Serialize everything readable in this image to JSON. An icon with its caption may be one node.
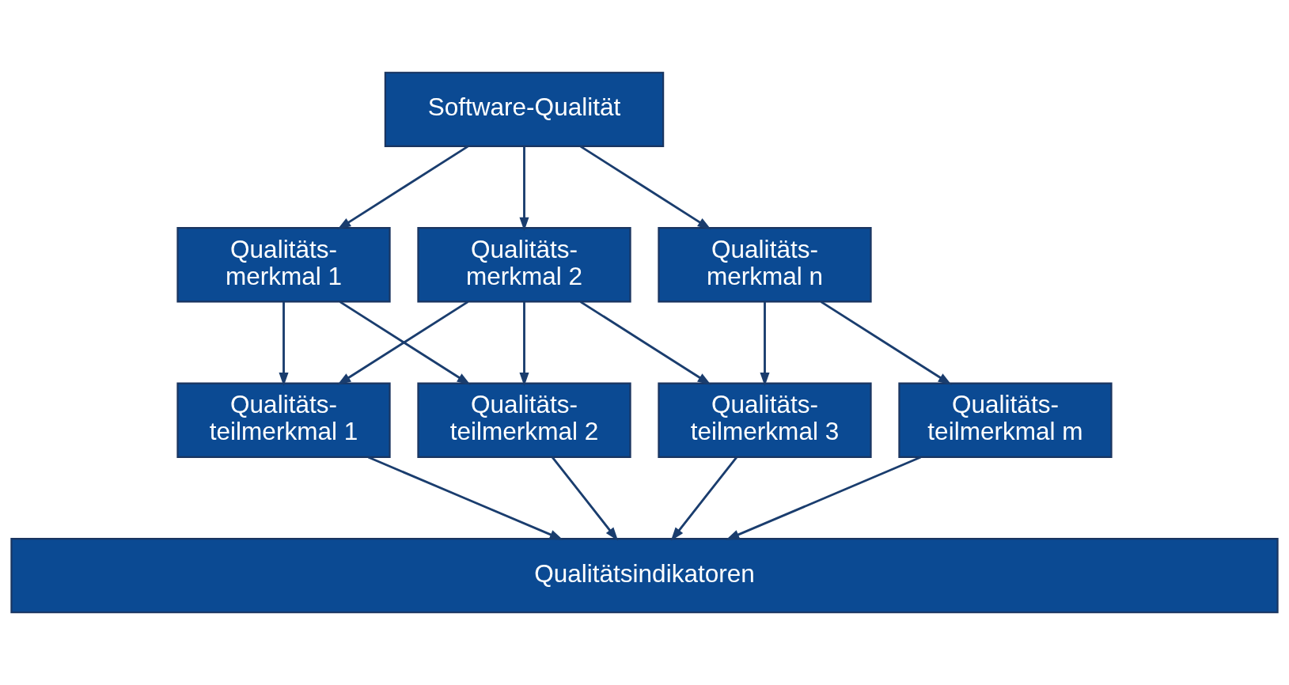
{
  "diagram": {
    "nodes": [
      {
        "text": [
          "Software-Qualität"
        ]
      },
      {
        "text": [
          "Qualitäts- merkmal 1"
        ]
      },
      {
        "text": [
          "Qualitäts- merkmal 2"
        ]
      },
      {
        "text": [
          "Qualitäts- merkmal n"
        ]
      },
      {
        "text": [
          "Qualitäts- teilmerkmal 1"
        ]
      },
      {
        "text": [
          "Qualitäts- teilmerkmal 2"
        ]
      },
      {
        "text": [
          "Qualitäts- teilmerkmal 3"
        ]
      },
      {
        "text": [
          "Qualitäts- teilmerkmal m"
        ]
      },
      {
        "text": [
          "Qualitätsindikatoren"
        ]
      }
    ],
    "edges": [
      {
        "from": 0,
        "to": 1,
        "arrow": "to"
      },
      {
        "from": 0,
        "to": 2,
        "arrow": "to"
      },
      {
        "from": 0,
        "to": 3,
        "arrow": "to"
      },
      {
        "from": 1,
        "to": 4,
        "arrow": "to"
      },
      {
        "from": 1,
        "to": 5,
        "arrow": "to"
      },
      {
        "from": 2,
        "to": 4,
        "arrow": "to"
      },
      {
        "from": 2,
        "to": 5,
        "arrow": "to"
      },
      {
        "from": 2,
        "to": 6,
        "arrow": "to"
      },
      {
        "from": 3,
        "to": 6,
        "arrow": "to"
      },
      {
        "from": 3,
        "to": 7,
        "arrow": "to"
      },
      {
        "from": 4,
        "to": 8,
        "arrow": "to"
      },
      {
        "from": 5,
        "to": 8,
        "arrow": "to"
      },
      {
        "from": 6,
        "to": 8,
        "arrow": "to"
      },
      {
        "from": 7,
        "to": 8,
        "arrow": "to"
      }
    ]
  }
}
